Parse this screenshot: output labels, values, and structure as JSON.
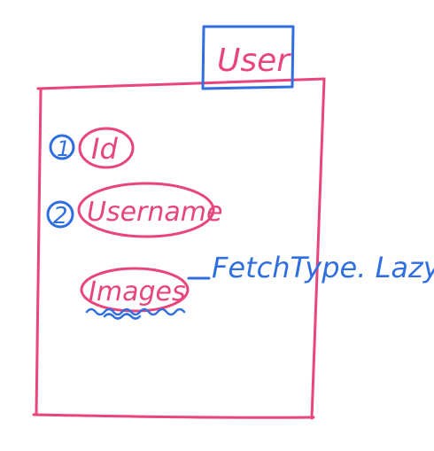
{
  "diagram": {
    "entity": {
      "name": "User"
    },
    "fields": [
      {
        "marker": "1",
        "label": "Id"
      },
      {
        "marker": "2",
        "label": "Username"
      },
      {
        "marker": "",
        "label": "Images"
      }
    ],
    "annotation": {
      "text": "FetchType. Lazy"
    },
    "colors": {
      "pink": "#e8457c",
      "blue": "#2f6fe0",
      "background": "#ffffff"
    }
  }
}
